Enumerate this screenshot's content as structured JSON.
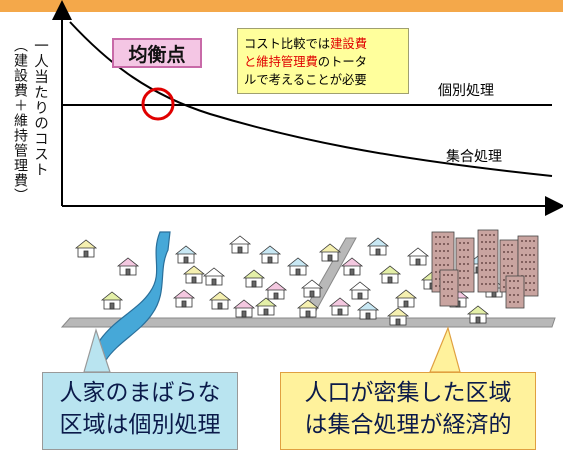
{
  "y_axis": {
    "line1": "一人当たりのコスト",
    "line2": "（建設費＋維持管理費）"
  },
  "chart_data": {
    "type": "line",
    "series": [
      {
        "name": "個別処理",
        "values": "constant"
      },
      {
        "name": "集合処理",
        "values": "decreasing"
      }
    ],
    "annotation": "均衡点"
  },
  "balance_point": "均衡点",
  "note": {
    "part1": "コスト比較では",
    "part2": "建設費",
    "part3": "と維持管理費",
    "part4": "のトータ",
    "part5": "ル",
    "part6": "で考えることが必要"
  },
  "curves": {
    "individual": "個別処理",
    "collective": "集合処理"
  },
  "callouts": {
    "sparse_line1": "人家のまばらな",
    "sparse_line2": "区域は個別処理",
    "dense_line1": "人口が密集した区域",
    "dense_line2": "は集合処理が経済的"
  },
  "colors": {
    "top_band": "#f4a84a",
    "balance_fill": "#f4c6e4",
    "note_fill": "#ffff9c",
    "river": "#46a8d8",
    "road": "#b8b8b8",
    "circle": "#e00000"
  }
}
